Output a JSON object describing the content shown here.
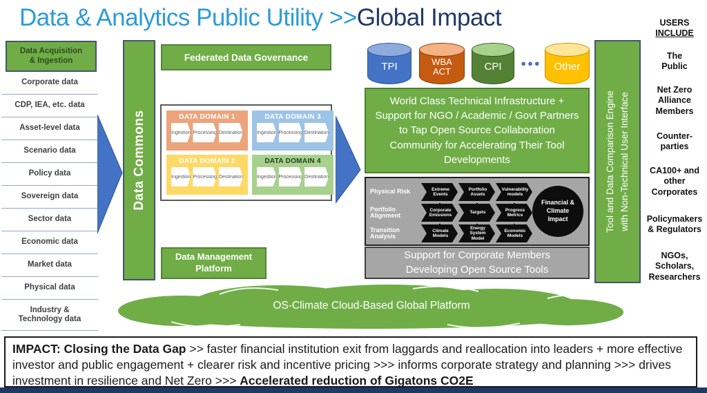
{
  "title": {
    "part1": "Data & Analytics Public Utility >> ",
    "part2": "Global Impact"
  },
  "left_panel": {
    "header": "Data Acquisition & Ingestion",
    "items": [
      "Corporate data",
      "CDP, IEA, etc. data",
      "Asset-level data",
      "Scenario data",
      "Policy data",
      "Sovereign data",
      "Sector data",
      "Economic data",
      "Market data",
      "Physical data",
      "Industry & Technology data"
    ]
  },
  "data_commons": {
    "label": "Data Commons"
  },
  "governance": {
    "label": "Federated Data Governance"
  },
  "domains_panel": {
    "domains": [
      {
        "name": "DATA DOMAIN 1",
        "color": "#EBA47B",
        "steps": [
          "Ingestion",
          "Processing",
          "Destination"
        ]
      },
      {
        "name": "DATA DOMAIN 3",
        "color": "#9DC3E6",
        "steps": [
          "Ingestion",
          "Processing",
          "Destination"
        ]
      },
      {
        "name": "DATA DOMAIN 2",
        "color": "#FFD966",
        "steps": [
          "Ingestion",
          "Processing",
          "Destination"
        ]
      },
      {
        "name": "DATA DOMAIN 4",
        "color": "#A9D18E",
        "steps": [
          "Ingestion",
          "Processing",
          "Destination"
        ]
      }
    ]
  },
  "data_management": {
    "label": "Data Management Platform"
  },
  "sources": {
    "cylinders": [
      {
        "label": "TPI",
        "body_color": "#4472C4",
        "top_color": "#8FAADC"
      },
      {
        "label": "WBA ACT",
        "body_color": "#C55A11",
        "top_color": "#F4B183"
      },
      {
        "label": "CPI",
        "body_color": "#548235",
        "top_color": "#A9D18E"
      },
      {
        "label": "Other",
        "body_color": "#FFC000",
        "top_color": "#FFE699"
      }
    ],
    "ellipsis": "●●●"
  },
  "infrastructure_box": {
    "text": "World Class Technical Infrastructure + Support for NGO / Academic / Govt Partners to Tap Open Source Collaboration Community for Accelerating Their Tool Developments"
  },
  "tools_diagram": {
    "rows": [
      {
        "label": "Physical Risk",
        "steps": [
          "Extreme Events",
          "Portfolio Assets",
          "Vulnerability models"
        ]
      },
      {
        "label": "Portfolio Alignment",
        "steps": [
          "Corporate Emissions",
          "Targets",
          "Progress Metrics"
        ]
      },
      {
        "label": "Transition Analysis",
        "steps": [
          "Climate Models",
          "Energy System Model",
          "Economic Models"
        ]
      }
    ],
    "impact_circle": "Financial & Climate Impact"
  },
  "support_box": {
    "text": "Support for Corporate Members Developing Open Source Tools"
  },
  "comparison_bar": {
    "line1": "Tool and Data Comparison Engine",
    "line2": "with Non-Technical User Interface"
  },
  "users_panel": {
    "header_line1": "USERS",
    "header_line2": "INCLUDE",
    "items": [
      "The Public",
      "Net Zero Alliance Members",
      "Counter-parties",
      "CA100+ and other Corporates",
      "Policymakers & Regulators",
      "NGOs, Scholars, Researchers"
    ]
  },
  "cloud": {
    "label": "OS-Climate Cloud-Based Global Platform"
  },
  "impact_banner": {
    "bold_lead": "IMPACT: Closing the Data Gap",
    "body": " >> faster financial institution exit from laggards and reallocation into leaders + more effective investor and public engagement + clearer risk and incentive pricing >>> informs corporate strategy and planning >>> drives investment in resilience and Net Zero >>> ",
    "bold_tail": "Accelerated reduction of Gigatons CO2E"
  },
  "colors": {
    "green": "#70AD47",
    "green_border": "#538135",
    "title_light_blue": "#2D9BD7",
    "title_navy": "#1F3864",
    "arrow_blue": "#4472C4",
    "gray_panel": "#A6A6A6",
    "chevron_black": "#0D0D0D",
    "navy_bar": "#1F3864"
  }
}
